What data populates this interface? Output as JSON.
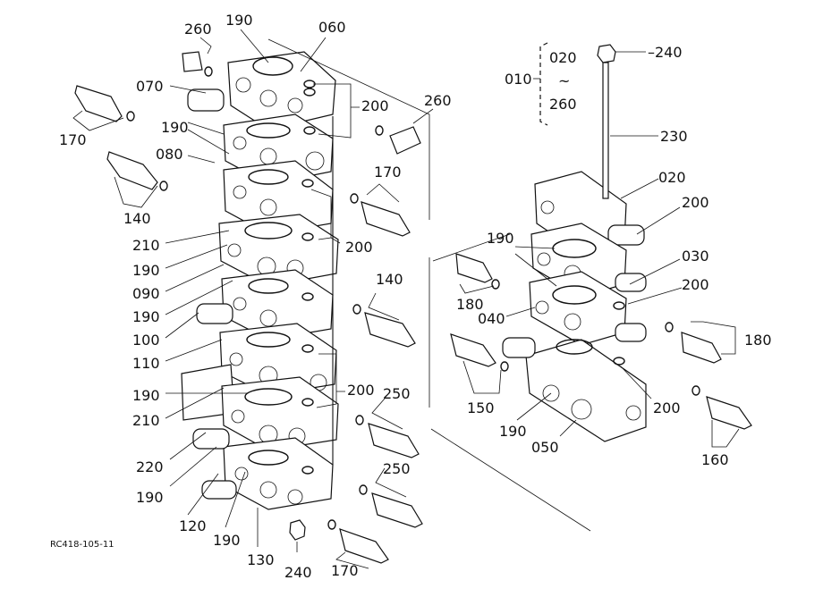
{
  "drawing_code": "RC418-105-11",
  "range_note": {
    "prefix": "010",
    "from": "020",
    "tilde": "~",
    "to": "260"
  },
  "labels": {
    "l190_top": "190",
    "l260_top": "260",
    "l060": "060",
    "l070": "070",
    "l170_a": "170",
    "l190_b": "190",
    "l200_a": "200",
    "l260_b": "260",
    "l080": "080",
    "l140_a": "140",
    "l170_b": "170",
    "l210_a": "210",
    "l200_b": "200",
    "l190_c": "190",
    "l090": "090",
    "l140_b": "140",
    "l190_d": "190",
    "l100": "100",
    "l110": "110",
    "l190_e": "190",
    "l200_c": "200",
    "l250_a": "250",
    "l210_b": "210",
    "l220": "220",
    "l250_b": "250",
    "l190_f": "190",
    "l120": "120",
    "l190_g": "190",
    "l130": "130",
    "l240_bot": "240",
    "l170_c": "170",
    "l240_top": "–240",
    "l230": "230",
    "l020": "020",
    "l200_d": "200",
    "l190_h": "190",
    "l030": "030",
    "l180_a": "180",
    "l200_e": "200",
    "l040": "040",
    "l180_b": "180",
    "l150": "150",
    "l200_f": "200",
    "l190_i": "190",
    "l050": "050",
    "l160": "160"
  }
}
